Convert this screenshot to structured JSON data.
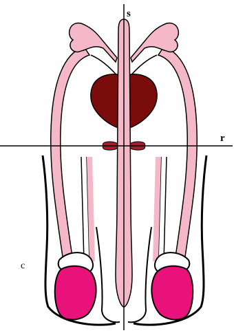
{
  "labels": {
    "s": "s",
    "r": "r",
    "c": "c"
  },
  "colors": {
    "duct_pink": "#f4b8c8",
    "bladder": "#7b0c0c",
    "bulb": "#a01e2e",
    "testis": "#e8127a",
    "outline": "#000000",
    "background": "#ffffff"
  }
}
